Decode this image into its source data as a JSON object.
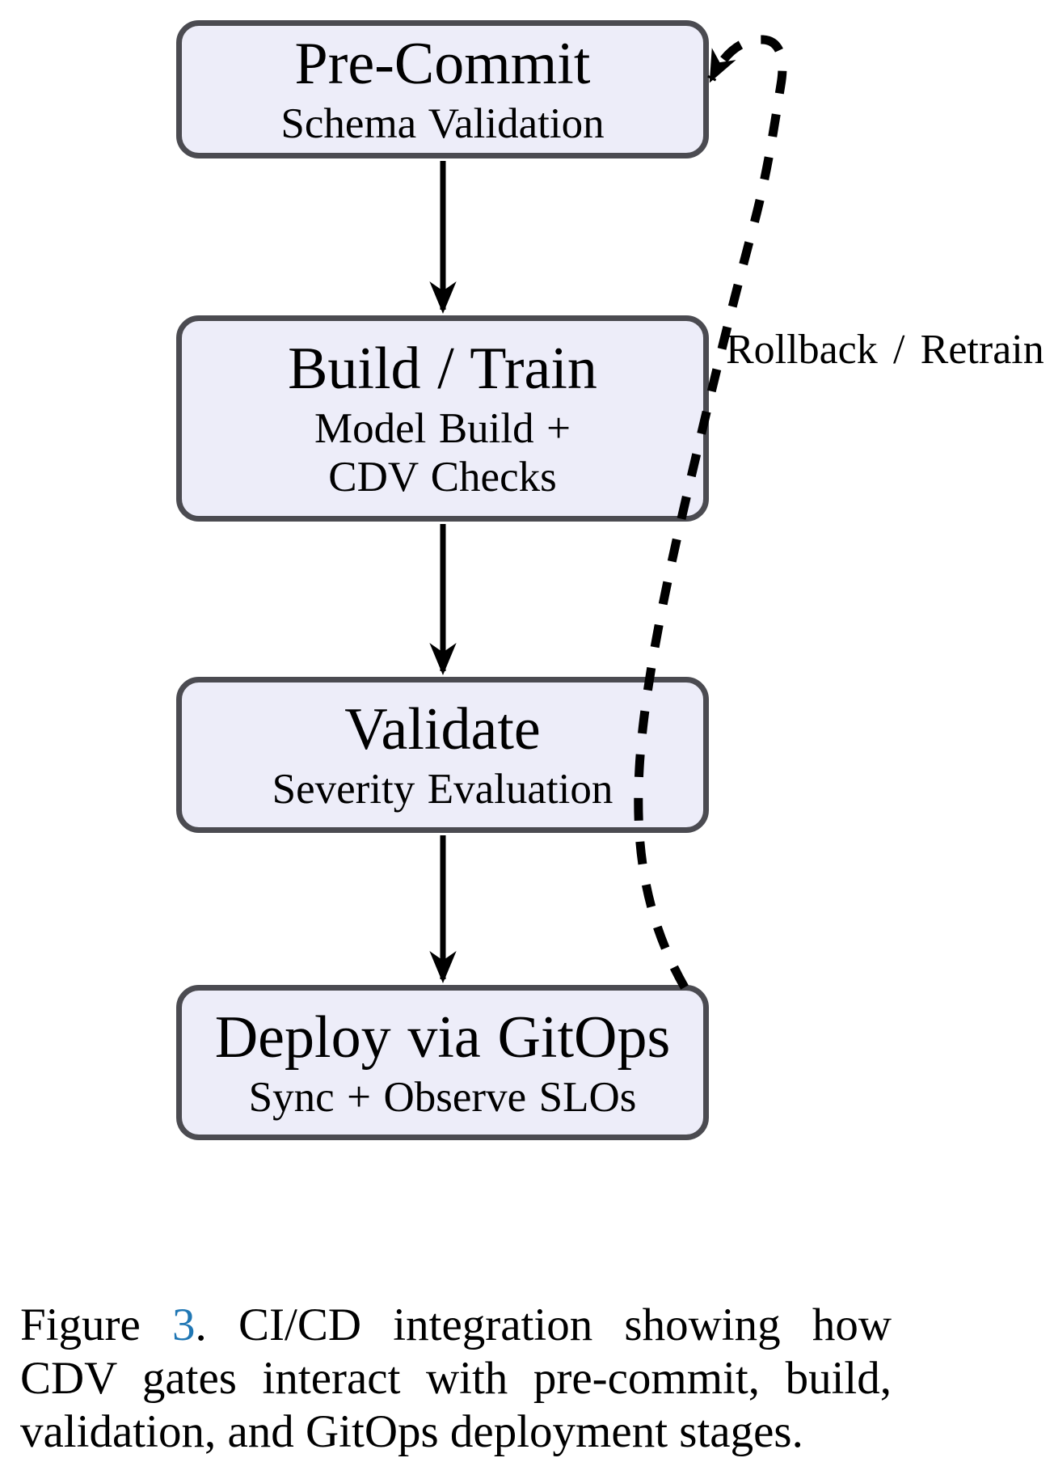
{
  "colors": {
    "box-fill": "#ededf9",
    "box-border": "#4b4b51",
    "ink": "#000000",
    "figure-number": "#2077b4",
    "background": "#ffffff"
  },
  "diagram": {
    "nodes": [
      {
        "id": "pre-commit",
        "title": "Pre-Commit",
        "line1": "Schema Validation"
      },
      {
        "id": "build",
        "title": "Build / Train",
        "line1": "Model Build +",
        "line2": "CDV Checks"
      },
      {
        "id": "validate",
        "title": "Validate",
        "line1": "Severity Evaluation"
      },
      {
        "id": "deploy",
        "title": "Deploy via GitOps",
        "line1": "Sync + Observe SLOs"
      }
    ],
    "edges": [
      {
        "from": "Pre-Commit",
        "to": "Build / Train",
        "style": "solid"
      },
      {
        "from": "Build / Train",
        "to": "Validate",
        "style": "solid"
      },
      {
        "from": "Validate",
        "to": "Deploy via GitOps",
        "style": "solid"
      },
      {
        "from": "Deploy via GitOps",
        "to": "Pre-Commit",
        "style": "dashed",
        "label": "Rollback / Retrain"
      }
    ],
    "edge_label": "Rollback / Retrain"
  },
  "caption": {
    "figure_word": "Figure ",
    "figure_number": "3",
    "line1_rest": ". CI/CD integration showing how",
    "line2": "CDV gates interact with pre-commit, build,",
    "line3": "validation, and GitOps deployment stages."
  }
}
